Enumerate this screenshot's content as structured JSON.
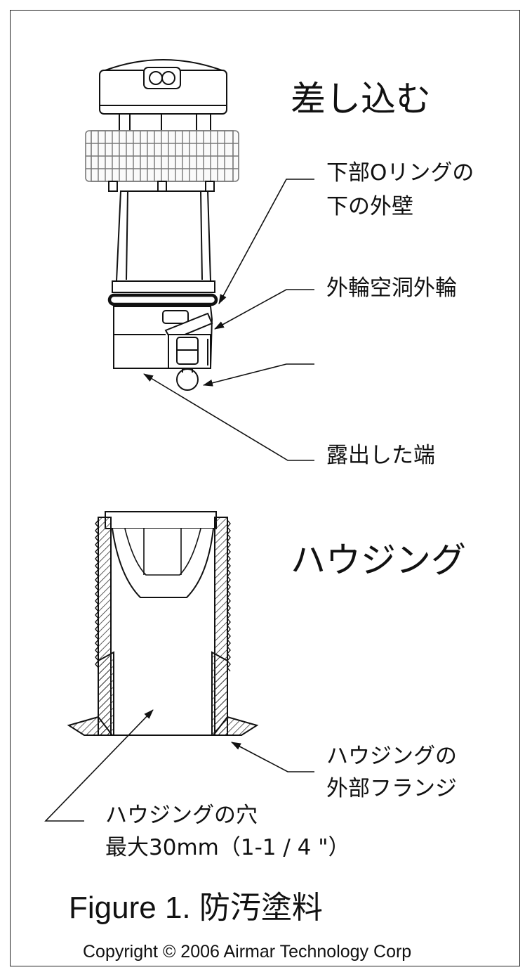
{
  "insert_title": "差し込む",
  "housing_title": "ハウジング",
  "callouts": {
    "lower_oring": [
      "下部Oリングの",
      "下の外壁"
    ],
    "outer_ring_cavity": "外輪空洞外輪",
    "exposed_edge": "露出した端",
    "housing_flange": [
      "ハウジングの",
      "外部フランジ"
    ],
    "housing_bore": [
      "ハウジングの穴",
      "最大30mm（1-1 / 4 \"）"
    ]
  },
  "figure_caption": "Figure 1. 防汚塗料",
  "copyright": "Copyright © 2006 Airmar Technology Corp"
}
